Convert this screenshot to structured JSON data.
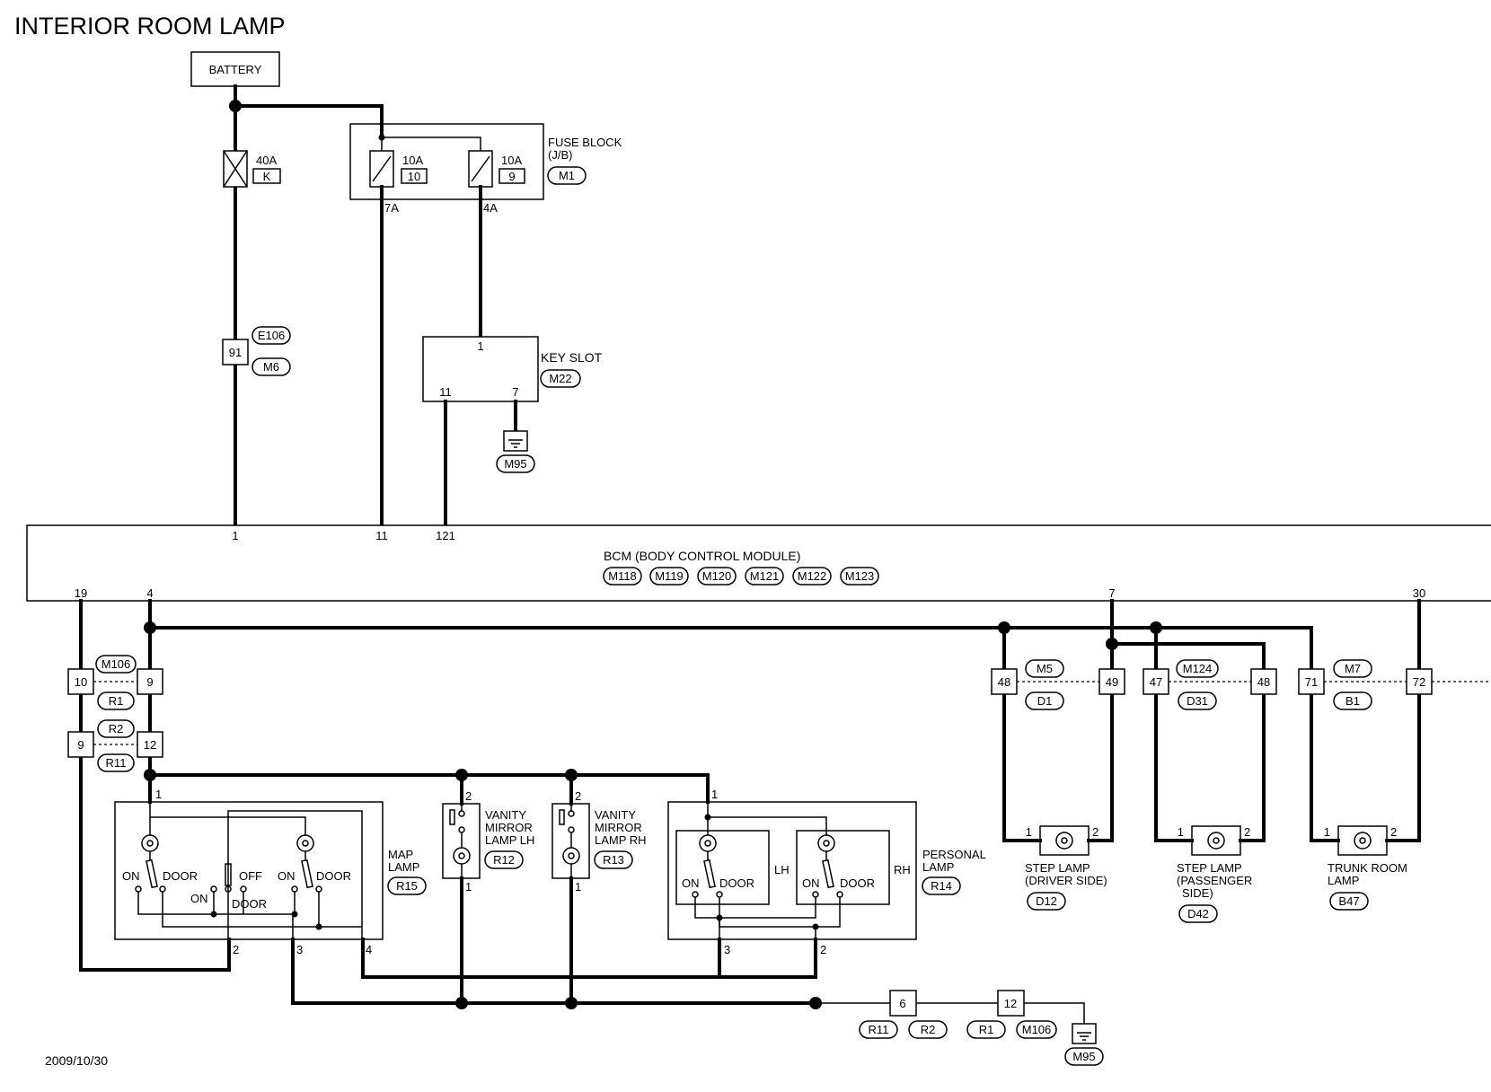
{
  "title": "INTERIOR ROOM LAMP",
  "date": "2009/10/30",
  "battery": "BATTERY",
  "fuse_main": {
    "rating": "40A",
    "id": "K"
  },
  "fuse_block": {
    "label_line1": "FUSE BLOCK",
    "label_line2": "(J/B)",
    "connector": "M1",
    "fuse_a": {
      "rating": "10A",
      "id": "10",
      "pin": "7A"
    },
    "fuse_b": {
      "rating": "10A",
      "id": "9",
      "pin": "4A"
    }
  },
  "joint_91": {
    "pin": "91",
    "connector_top": "E106",
    "connector_bottom": "M6"
  },
  "key_slot": {
    "label": "KEY SLOT",
    "connector": "M22",
    "pin_top": "1",
    "pin_left": "11",
    "pin_right": "7"
  },
  "ground_keyslot": "M95",
  "bcm": {
    "label": "BCM (BODY CONTROL MODULE)",
    "connectors": [
      "M118",
      "M119",
      "M120",
      "M121",
      "M122",
      "M123"
    ],
    "pins_top": [
      "1",
      "11",
      "121"
    ],
    "pins_bottom": [
      "19",
      "4",
      "7",
      "30"
    ]
  },
  "joint_left": {
    "upper": {
      "left_pin": "10",
      "right_pin": "9",
      "connector_top": "M106",
      "connector_bottom": "R1"
    },
    "lower": {
      "left_pin": "9",
      "right_pin": "12",
      "connector_top": "R2",
      "connector_bottom": "R11"
    }
  },
  "map_lamp": {
    "label_line1": "MAP",
    "label_line2": "LAMP",
    "connector": "R15",
    "pin_top": "1",
    "pins_bottom": [
      "2",
      "3",
      "4"
    ],
    "on_left": "ON",
    "door_left": "DOOR",
    "off": "OFF",
    "on_mid": "ON",
    "door_mid": "DOOR",
    "on_right": "ON",
    "door_right": "DOOR"
  },
  "vanity_lh": {
    "line1": "VANITY",
    "line2": "MIRROR",
    "line3": "LAMP LH",
    "connector": "R12",
    "pin_top": "2",
    "pin_bottom": "1"
  },
  "vanity_rh": {
    "line1": "VANITY",
    "line2": "MIRROR",
    "line3": "LAMP RH",
    "connector": "R13",
    "pin_top": "2",
    "pin_bottom": "1"
  },
  "personal_lamp": {
    "label_line1": "PERSONAL",
    "label_line2": "LAMP",
    "connector": "R14",
    "pin_top": "1",
    "pins_bottom": [
      "3",
      "2"
    ],
    "lh": "LH",
    "rh": "RH",
    "on_l": "ON",
    "door_l": "DOOR",
    "on_r": "ON",
    "door_r": "DOOR"
  },
  "ground_joint": {
    "pin_a": "6",
    "pin_b": "12",
    "connectors": [
      "R11",
      "R2",
      "R1",
      "M106"
    ],
    "ground": "M95"
  },
  "joint_m5": {
    "left_pin": "48",
    "right_pin": "49",
    "connector_top": "M5",
    "connector_bottom": "D1"
  },
  "joint_m124": {
    "left_pin": "47",
    "right_pin": "48",
    "connector_top": "M124",
    "connector_bottom": "D31"
  },
  "joint_m7": {
    "left_pin": "71",
    "right_pin": "72",
    "connector_top": "M7",
    "connector_bottom": "B1"
  },
  "step_lamp_driver": {
    "line1": "STEP LAMP",
    "line2": "(DRIVER SIDE)",
    "connector": "D12",
    "pin_l": "1",
    "pin_r": "2"
  },
  "step_lamp_passenger": {
    "line1": "STEP LAMP",
    "line2": "(PASSENGER",
    "line3": "SIDE)",
    "connector": "D42",
    "pin_l": "1",
    "pin_r": "2"
  },
  "trunk_room_lamp": {
    "line1": "TRUNK ROOM",
    "line2": "LAMP",
    "connector": "B47",
    "pin_l": "1",
    "pin_r": "2"
  }
}
